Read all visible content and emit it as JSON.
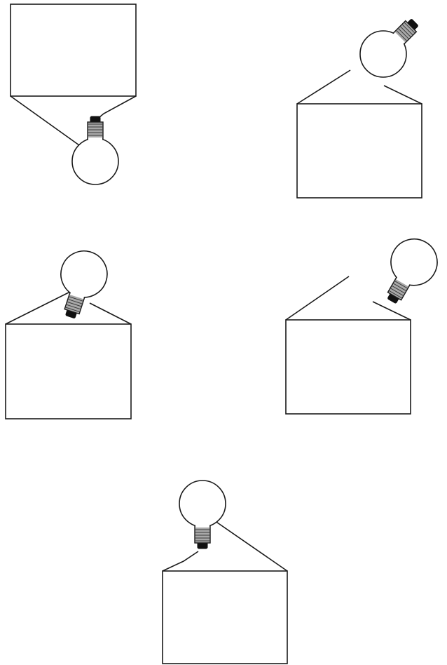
{
  "figure": {
    "panels": [
      {
        "id": "a",
        "bulb_icon": "light-bulb-icon",
        "battery_shape": "box"
      },
      {
        "id": "b",
        "bulb_icon": "light-bulb-icon",
        "battery_shape": "box"
      },
      {
        "id": "c",
        "bulb_icon": "light-bulb-icon",
        "battery_shape": "box"
      },
      {
        "id": "d",
        "bulb_icon": "light-bulb-icon",
        "battery_shape": "box"
      },
      {
        "id": "e",
        "bulb_icon": "light-bulb-icon",
        "battery_shape": "box"
      }
    ],
    "colors": {
      "line": "#1a1a1a",
      "bulb_base": "#a8a8a8",
      "background": "#ffffff"
    }
  }
}
